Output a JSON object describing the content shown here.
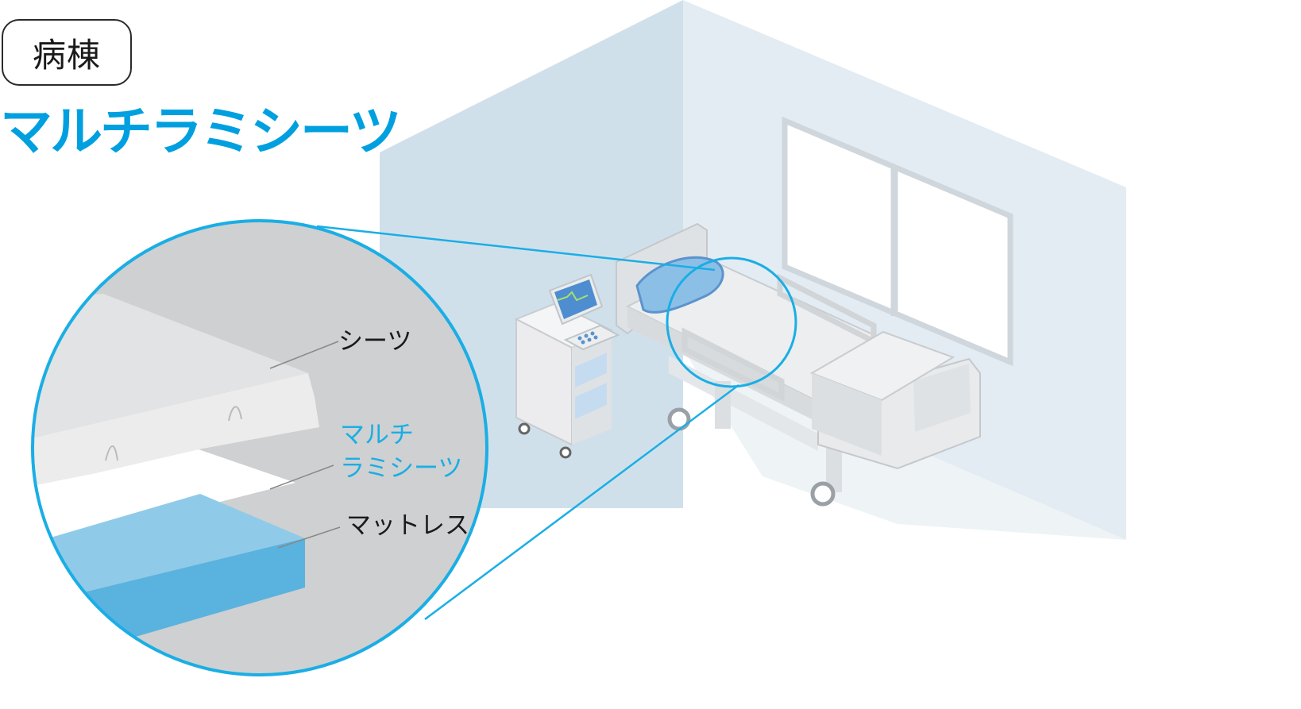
{
  "category_badge": "病棟",
  "product_title": "マルチラミシーツ",
  "callout": {
    "sheet_label": "シーツ",
    "product_label_line1": "マルチ",
    "product_label_line2": "ラミシーツ",
    "mattress_label": "マットレス"
  },
  "colors": {
    "accent": "#1aaee5",
    "wall_left": "#d0e0eb",
    "wall_right": "#e3ecf3",
    "mattress_top": "#8fcbe8",
    "mattress_front": "#5ab2df",
    "zoom_bg": "#cfd0d1",
    "label_text": "#1a1a1a"
  }
}
